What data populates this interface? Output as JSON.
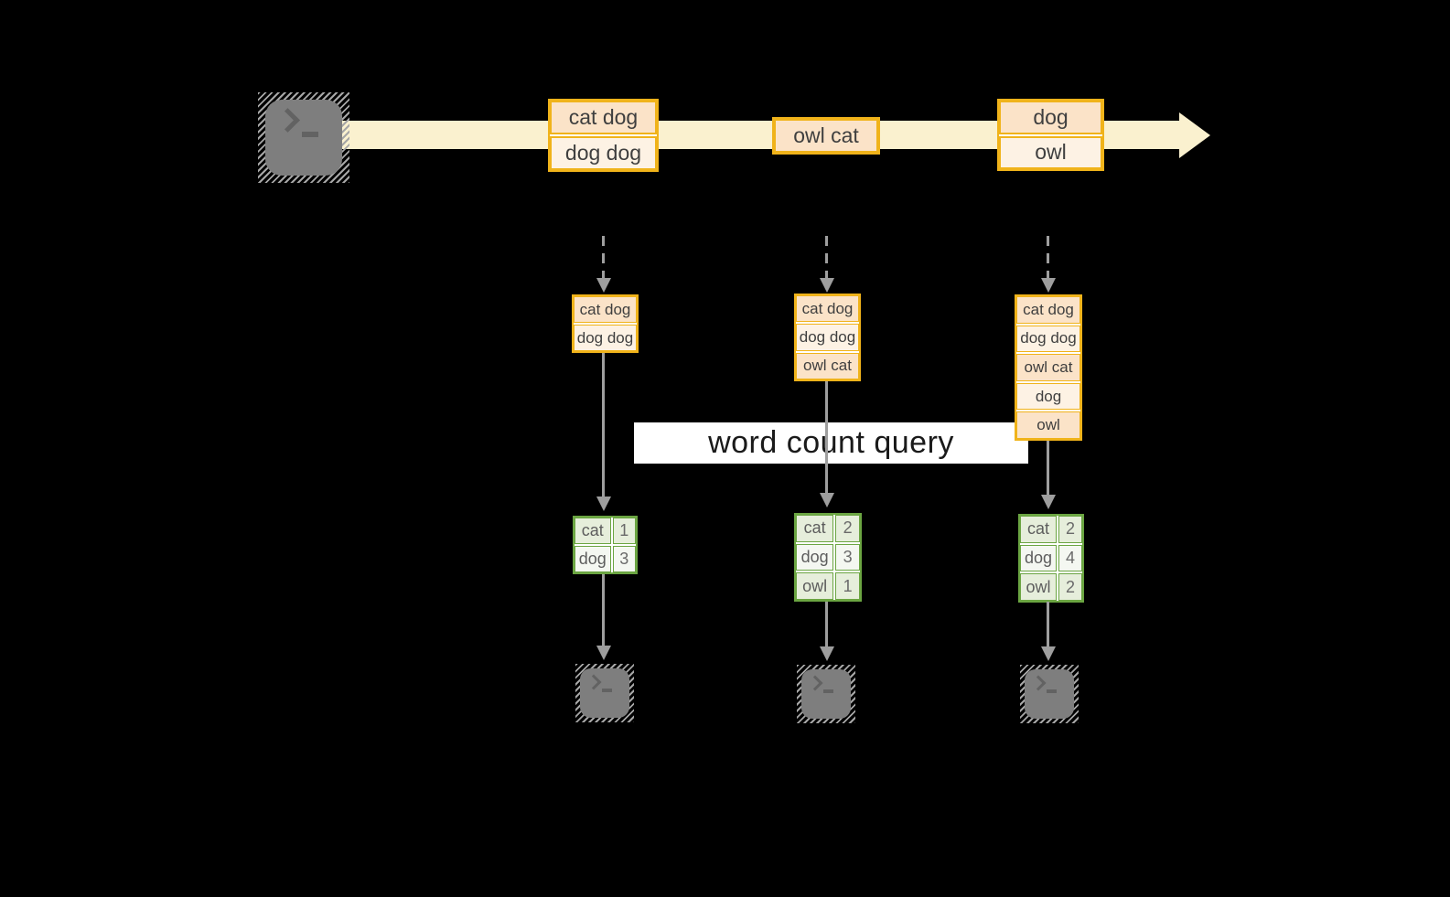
{
  "query_label": "word count query",
  "stream": {
    "source_icon": "terminal-prompt",
    "events": [
      {
        "lines": [
          "cat dog",
          "dog dog"
        ]
      },
      {
        "lines": [
          "owl cat"
        ]
      },
      {
        "lines": [
          "dog",
          "owl"
        ]
      }
    ]
  },
  "snapshots": [
    {
      "buffer": [
        "cat dog",
        "dog dog"
      ],
      "counts": [
        {
          "word": "cat",
          "value": "1"
        },
        {
          "word": "dog",
          "value": "3"
        }
      ]
    },
    {
      "buffer": [
        "cat dog",
        "dog dog",
        "owl cat"
      ],
      "counts": [
        {
          "word": "cat",
          "value": "2"
        },
        {
          "word": "dog",
          "value": "3"
        },
        {
          "word": "owl",
          "value": "1"
        }
      ]
    },
    {
      "buffer": [
        "cat dog",
        "dog dog",
        "owl cat",
        "dog",
        "owl"
      ],
      "counts": [
        {
          "word": "cat",
          "value": "2"
        },
        {
          "word": "dog",
          "value": "4"
        },
        {
          "word": "owl",
          "value": "2"
        }
      ]
    }
  ],
  "colors": {
    "background": "#000000",
    "stream_arrow": "#FAF1CF",
    "event_border": "#F0B31A",
    "event_fill_a": "#FBE3C8",
    "event_fill_b": "#FDF2E4",
    "table_border": "#6BA542",
    "table_fill_a": "#E6EEDB",
    "table_fill_b": "#F4F7F1",
    "connector_gray": "#9E9E9E",
    "terminal_gray": "#7E7E7E",
    "query_band_bg": "#FFFFFF"
  }
}
